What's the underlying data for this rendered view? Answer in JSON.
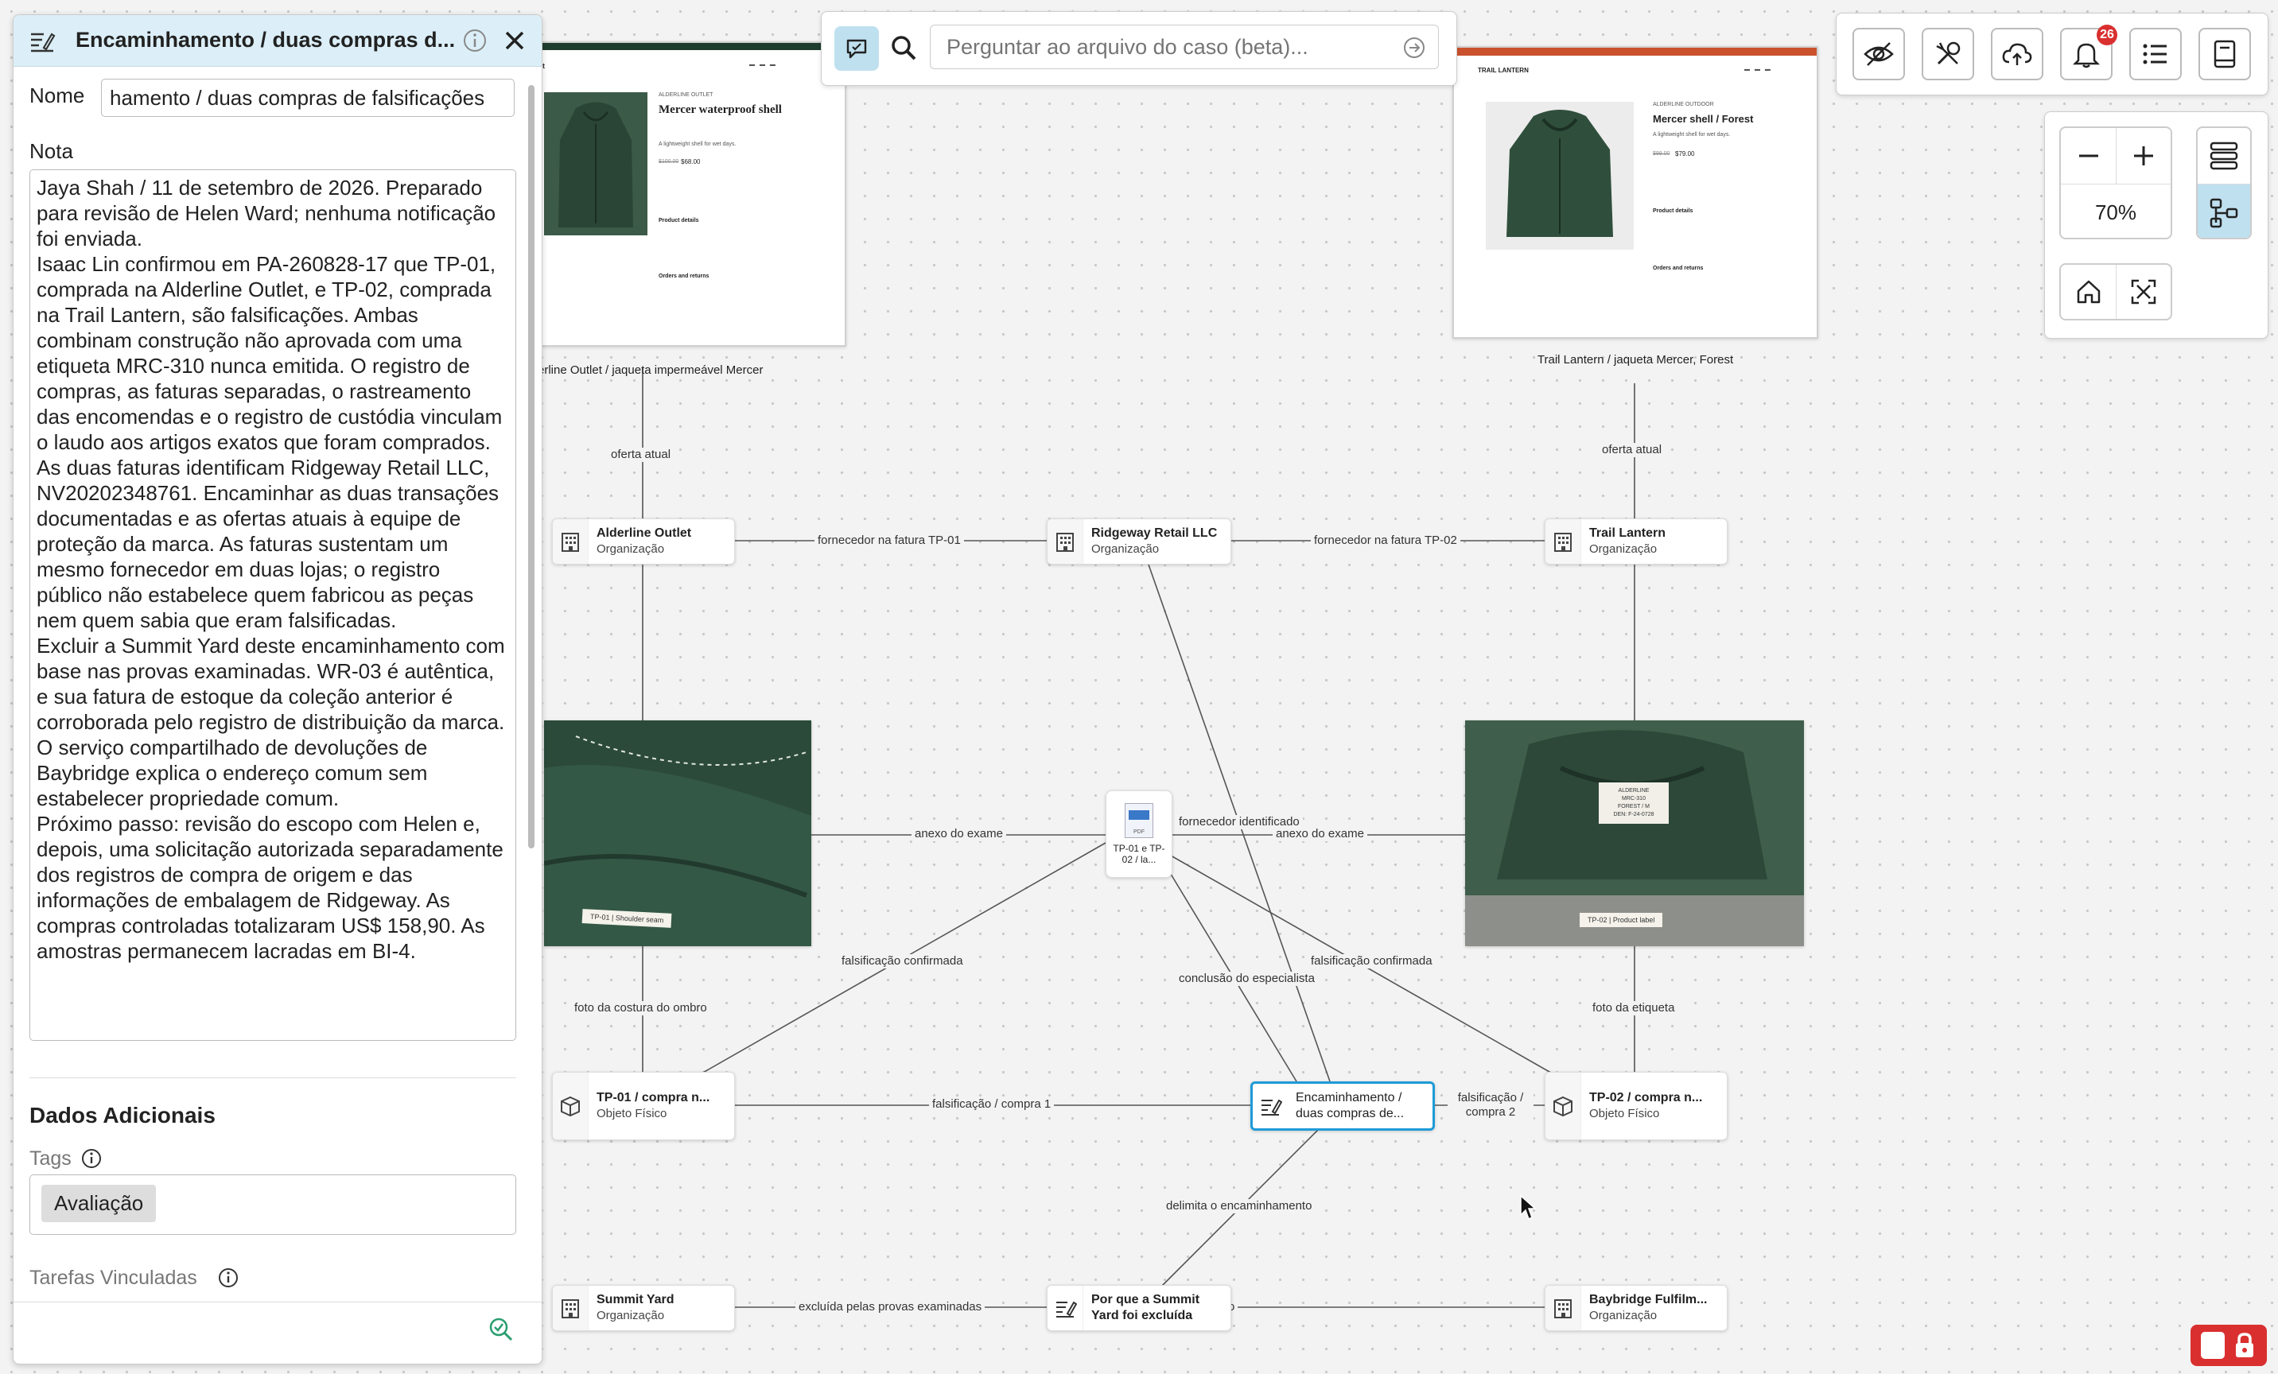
{
  "panel": {
    "title": "Encaminhamento / duas compras d...",
    "name_label": "Nome",
    "name_value": "hamento / duas compras de falsificações",
    "note_label": "Nota",
    "note": "Jaya Shah / 11 de setembro de 2026. Preparado para revisão de Helen Ward; nenhuma notificação foi enviada.\nIsaac Lin confirmou em PA-260828-17 que TP-01, comprada na Alderline Outlet, e TP-02, comprada na Trail Lantern, são falsificações. Ambas combinam construção não aprovada com uma etiqueta MRC-310 nunca emitida. O registro de compras, as faturas separadas, o rastreamento das encomendas e o registro de custódia vinculam o laudo aos artigos exatos que foram comprados.\nAs duas faturas identificam Ridgeway Retail LLC, NV20202348761. Encaminhar as duas transações documentadas e as ofertas atuais à equipe de proteção da marca. As faturas sustentam um mesmo fornecedor em duas lojas; o registro público não estabelece quem fabricou as peças nem quem sabia que eram falsificadas.\nExcluir a Summit Yard deste encaminhamento com base nas provas examinadas. WR-03 é autêntica, e sua fatura de estoque da coleção anterior é corroborada pelo registro de distribuição da marca. O serviço compartilhado de devoluções de Baybridge explica o endereço comum sem estabelecer propriedade comum.\nPróximo passo: revisão do escopo com Helen e, depois, uma solicitação autorizada separadamente dos registros de compra de origem e das informações de embalagem de Ridgeway. As compras controladas totalizaram US$ 158,90. As amostras permanecem lacradas em BI-4.",
    "additional_heading": "Dados Adicionais",
    "tags_label": "Tags",
    "tag": "Avaliação",
    "tasks_label": "Tarefas Vinculadas"
  },
  "search": {
    "placeholder": "Perguntar ao arquivo do caso (beta)..."
  },
  "toolbar": {
    "notification_count": "26"
  },
  "zoom": {
    "level": "70%"
  },
  "cards": {
    "left": {
      "caption": "erline Outlet / jaqueta impermeável Mercer",
      "brand": "ALDERLINE OUTLET",
      "product": "Mercer waterproof shell",
      "desc": "A lightweight shell for wet days.",
      "old_price": "$100.00",
      "price": "$68.00",
      "details_heading": "Product details",
      "orders_heading": "Orders and returns",
      "nav_cut": "et"
    },
    "right": {
      "caption": "Trail Lantern / jaqueta Mercer, Forest",
      "store": "TRAIL LANTERN",
      "brand": "ALDERLINE OUTDOOR",
      "product": "Mercer shell / Forest",
      "desc": "A lightweight shell for wet days.",
      "old_price": "$99.00",
      "price": "$79.00",
      "details_heading": "Product details",
      "orders_heading": "Orders and returns"
    }
  },
  "photos": {
    "left_label": "TP-01  |  Shoulder seam",
    "right_label": "TP-02  |  Product label",
    "right_tag": "ALDERLINE\nMRC-310\nFOREST / M\nDEN: F-24-0728"
  },
  "pdf": {
    "label": "TP-01 e TP-02 / la...",
    "badge": "PDF"
  },
  "nodes": {
    "alderline": {
      "title": "Alderline Outlet",
      "type": "Organização"
    },
    "ridgeway": {
      "title": "Ridgeway Retail LLC",
      "type": "Organização"
    },
    "trail": {
      "title": "Trail Lantern",
      "type": "Organização"
    },
    "tp01": {
      "title": "TP-01 / compra n...",
      "type": "Objeto Físico"
    },
    "encaminhamento": {
      "title1": "Encaminhamento /",
      "title2": "duas compras de..."
    },
    "tp02": {
      "title": "TP-02 / compra n...",
      "type": "Objeto Físico"
    },
    "summit": {
      "title": "Summit Yard",
      "type": "Organização"
    },
    "porque": {
      "title1": "Por que a Summit",
      "title2": "Yard foi excluída"
    },
    "baybridge": {
      "title": "Baybridge Fulfilm...",
      "type": "Organização"
    }
  },
  "edges": {
    "oferta_left": "oferta atual",
    "oferta_right": "oferta atual",
    "fornecedor_tp01": "fornecedor na fatura TP-01",
    "fornecedor_tp02": "fornecedor na fatura TP-02",
    "anexo_left": "anexo do exame",
    "anexo_right": "anexo do exame",
    "fornecedor_identificado": "fornecedor identificado",
    "falsificacao_left": "falsificação confirmada",
    "falsificacao_right": "falsificação confirmada",
    "conclusao": "conclusão do especialista",
    "foto_costura": "foto da costura do ombro",
    "foto_etiqueta": "foto da etiqueta",
    "compra1": "falsificação / compra 1",
    "compra2": "falsificação / compra 2",
    "delimita": "delimita o encaminhamento",
    "excluida": "excluída pelas provas examinadas",
    "cut_o": "o"
  }
}
